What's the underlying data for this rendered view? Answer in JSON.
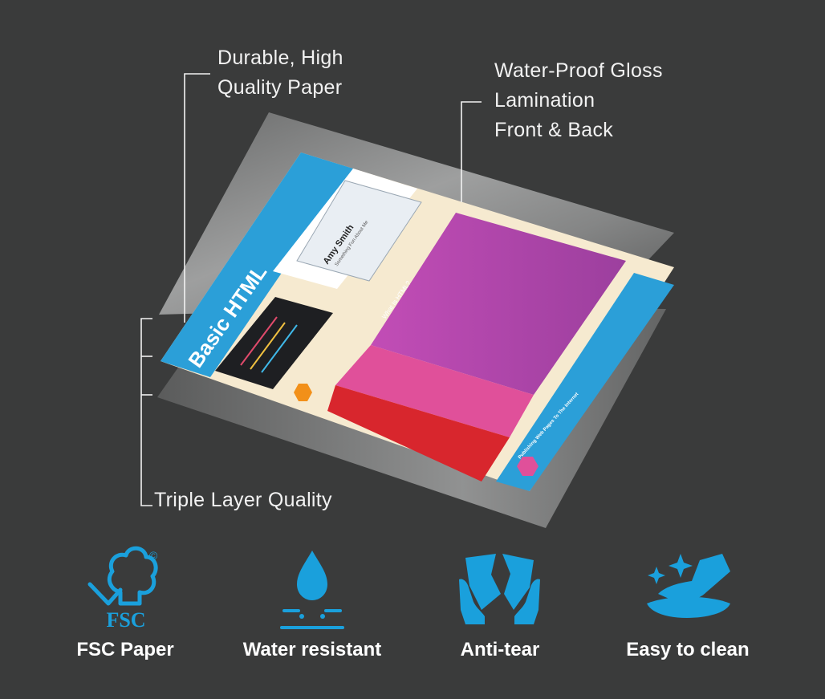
{
  "callouts": {
    "paper": {
      "line1": "Durable, High",
      "line2": "Quality Paper"
    },
    "lamination": {
      "line1": "Water-Proof Gloss",
      "line2": "Lamination",
      "line3": "Front & Back"
    },
    "layers": {
      "line1": "Triple Layer Quality"
    }
  },
  "poster": {
    "title": "Basic HTML",
    "card_name": "Amy Smith",
    "card_subtitle": "Something Fun About Me",
    "section_heading": "What Is HTML?",
    "footer_heading": "Publishing Web Pages To The Internet"
  },
  "features": [
    {
      "label": "FSC Paper",
      "icon": "fsc-tree-icon",
      "icon_text": "FSC",
      "copyright": "©"
    },
    {
      "label": "Water resistant",
      "icon": "water-drop-icon"
    },
    {
      "label": "Anti-tear",
      "icon": "torn-paper-hands-icon"
    },
    {
      "label": "Easy to clean",
      "icon": "hand-wiping-sparkle-icon"
    }
  ],
  "colors": {
    "background": "#3a3b3b",
    "icon_blue": "#1aa0dc",
    "poster_blue": "#2b9fd8",
    "poster_purple": "#b04aa8",
    "poster_pink": "#e0509a",
    "poster_red": "#d8262d",
    "poster_cream": "#f6ead0",
    "badge_orange": "#f29019"
  }
}
